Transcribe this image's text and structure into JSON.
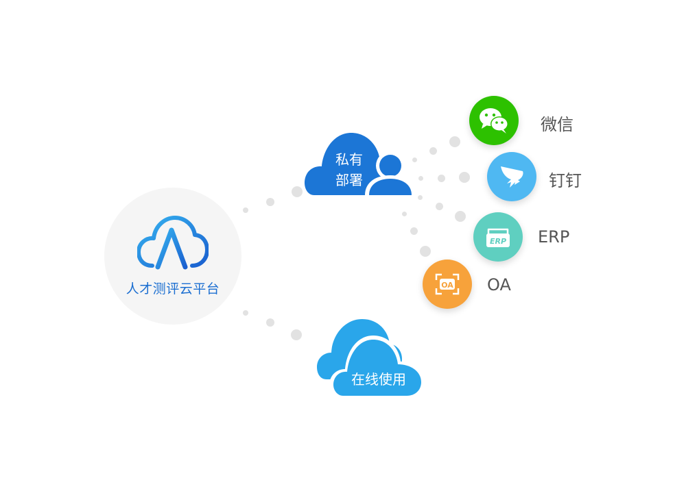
{
  "platform": {
    "label": "人才测评云平台",
    "icon": "cloud-letter-a-icon"
  },
  "private_deployment": {
    "line1": "私有",
    "line2": "部署",
    "icon": "cloud-user-icon"
  },
  "online_use": {
    "label": "在线使用",
    "icon": "cloud-icon"
  },
  "integrations": [
    {
      "label": "微信",
      "icon": "wechat-icon",
      "color": "#2dc100"
    },
    {
      "label": "钉钉",
      "icon": "dingtalk-icon",
      "color": "#4fb8f2"
    },
    {
      "label": "ERP",
      "icon": "erp-box-icon",
      "color": "#5fcfc0"
    },
    {
      "label": "OA",
      "icon": "oa-icon",
      "color": "#f7a23b"
    }
  ],
  "colors": {
    "primary_blue": "#1c76d6",
    "light_blue": "#2aa6ea",
    "dot_gray": "#e2e2e2"
  }
}
